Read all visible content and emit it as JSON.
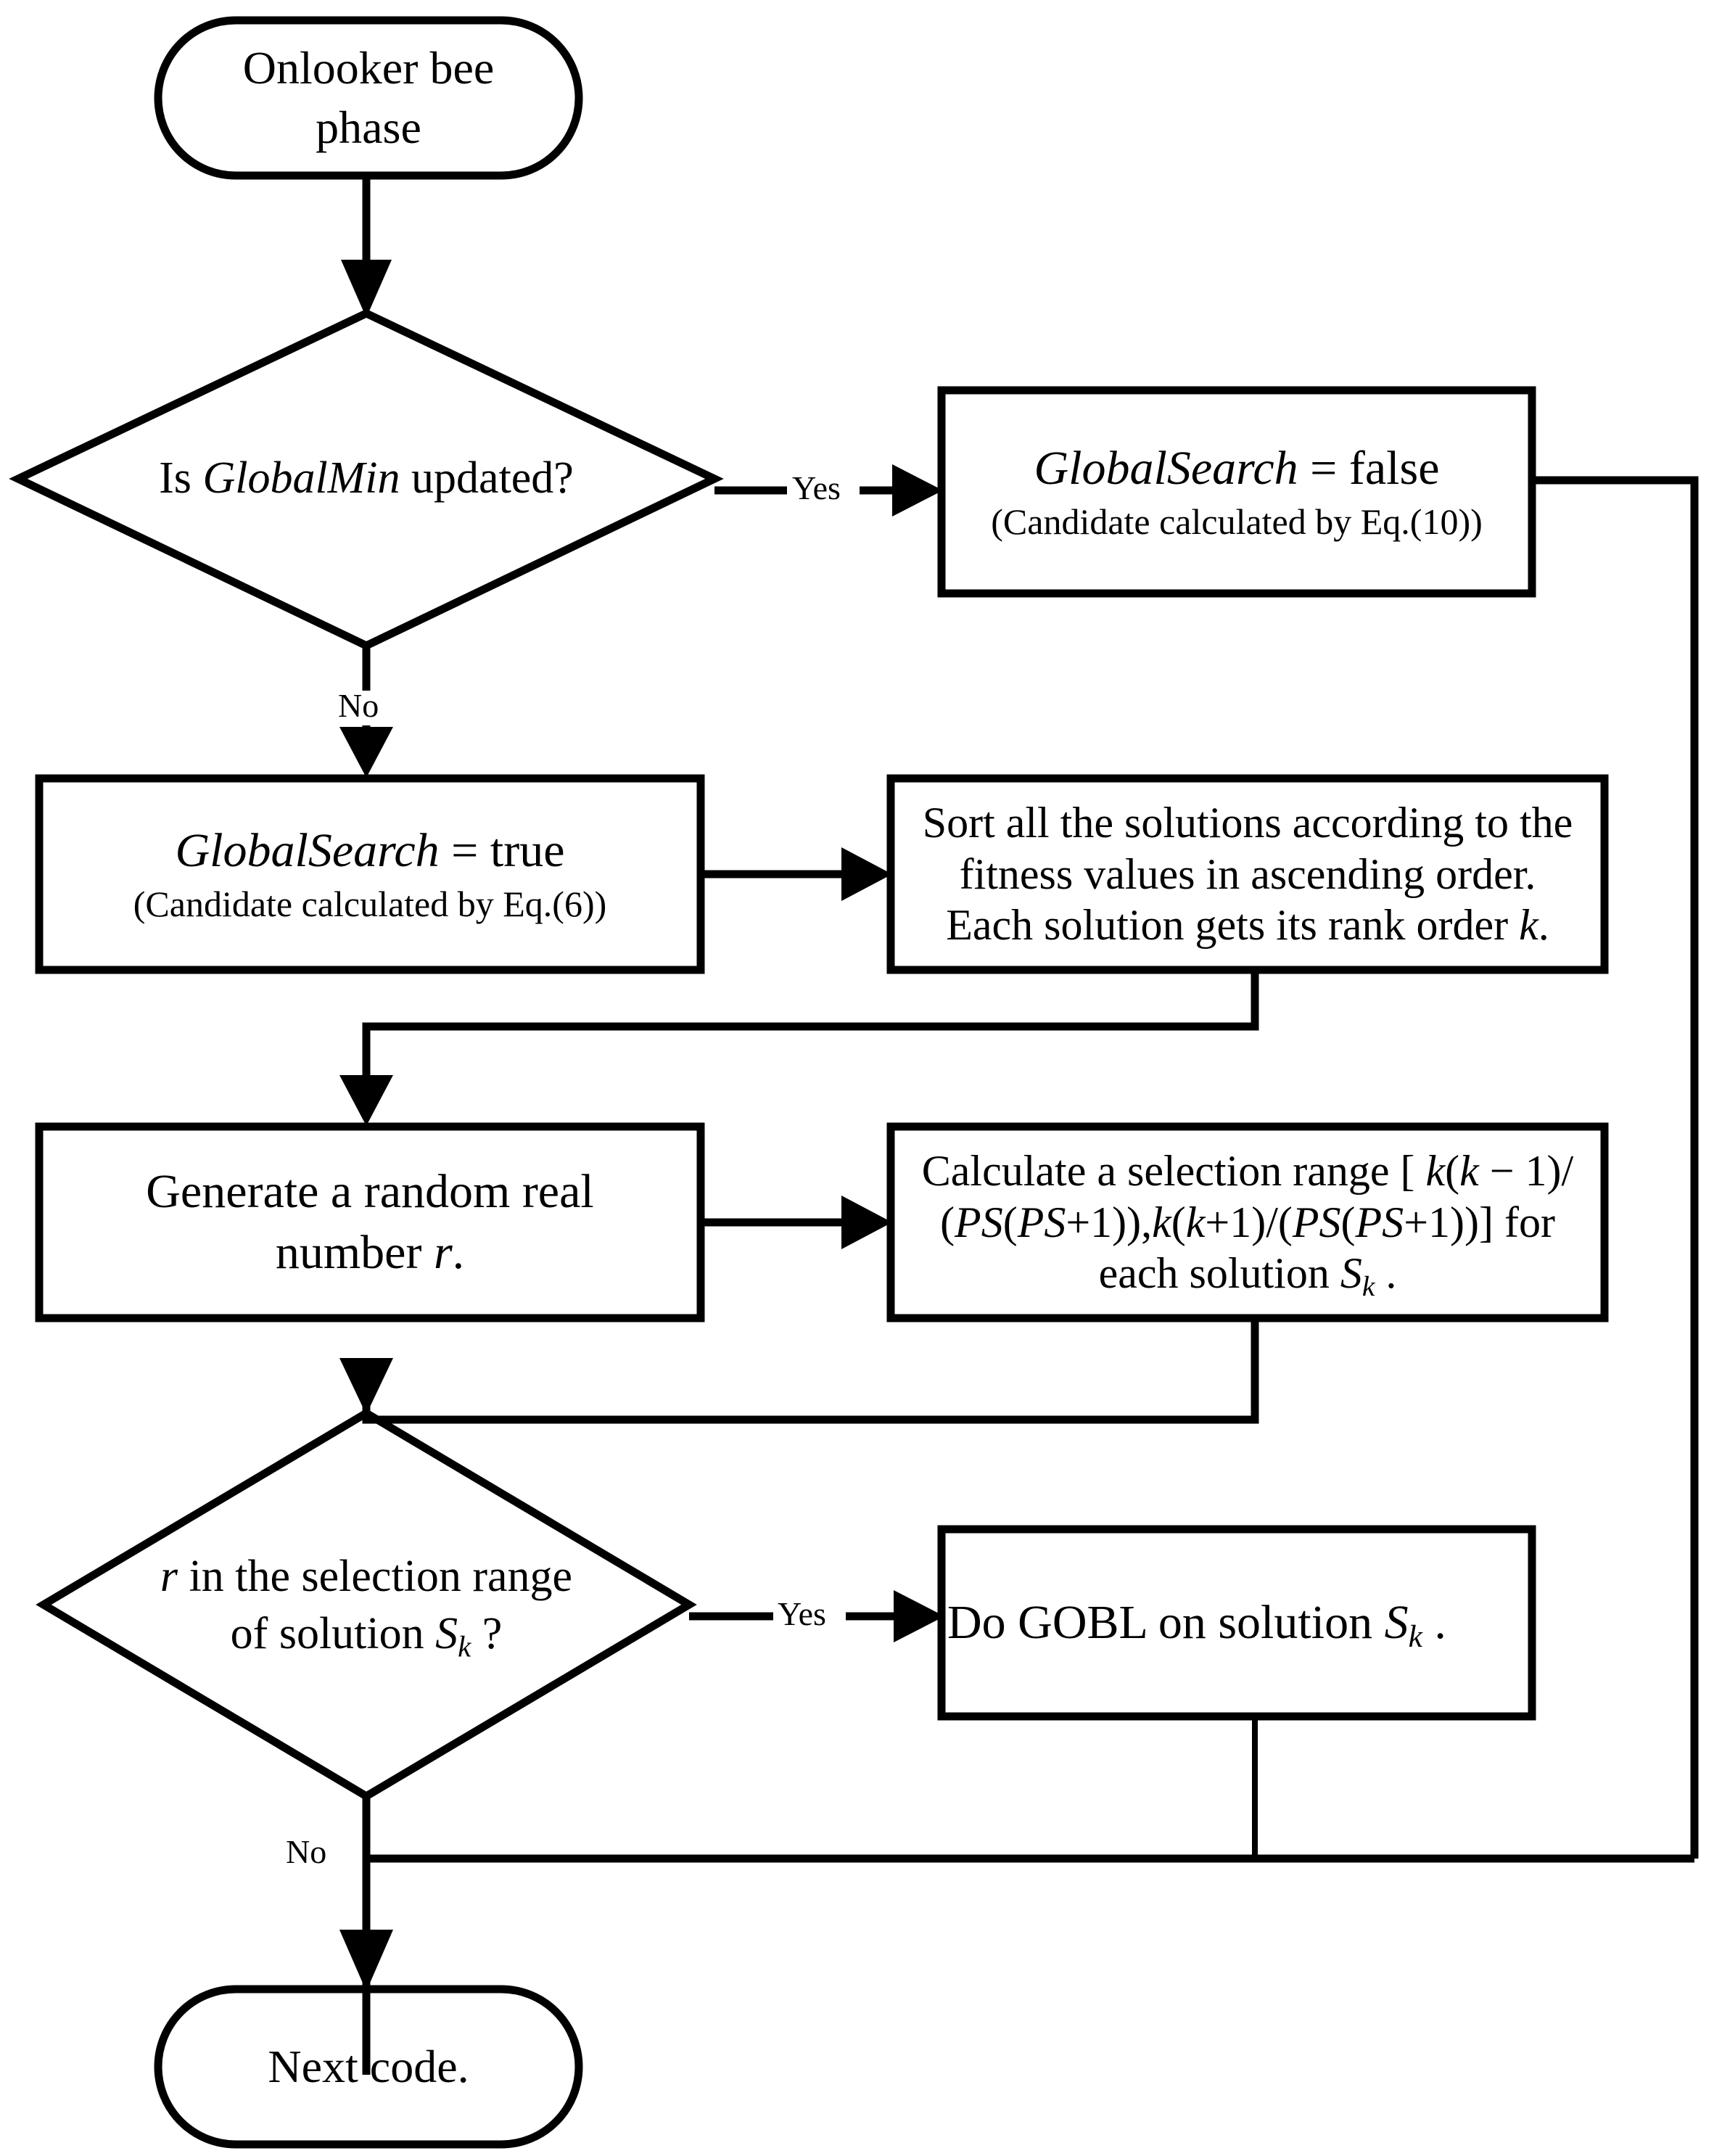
{
  "diagram": {
    "type": "flowchart",
    "title": "Onlooker bee phase flowchart",
    "background_color": "#ffffff",
    "stroke_color": "#000000"
  },
  "nodes": {
    "start": {
      "shape": "terminator",
      "line1": "Onlooker bee",
      "line2": "phase"
    },
    "decision_globalmin": {
      "shape": "decision",
      "prefix": "Is ",
      "variable": "GlobalMin",
      "suffix": " updated?"
    },
    "globalsearch_false": {
      "shape": "process",
      "variable": "GlobalSearch",
      "assign": " = false",
      "note": "(Candidate calculated by Eq.(10))"
    },
    "globalsearch_true": {
      "shape": "process",
      "variable": "GlobalSearch",
      "assign": " =  true",
      "note": "(Candidate calculated by Eq.(6))"
    },
    "sort_solutions": {
      "shape": "process",
      "line1": "Sort all the solutions according to the",
      "line2": "fitness values in ascending order.",
      "line3_prefix": "Each solution gets its rank order ",
      "line3_var": "k",
      "line3_suffix": "."
    },
    "generate_random": {
      "shape": "process",
      "line1": "Generate a random real",
      "line2_prefix": "number ",
      "line2_var": "r",
      "line2_suffix": "."
    },
    "calculate_range": {
      "shape": "process",
      "l1_a": "Calculate a selection range [ ",
      "l1_k1": "k",
      "l1_b": "(",
      "l1_k2": "k",
      "l1_c": " − 1)/",
      "l2_a": "(",
      "l2_ps1": "PS",
      "l2_b": "(",
      "l2_ps2": "PS",
      "l2_c": "+1)),",
      "l2_k1": "k",
      "l2_d": "(",
      "l2_k2": "k",
      "l2_e": "+1)/(",
      "l2_ps3": "PS",
      "l2_f": "(",
      "l2_ps4": "PS",
      "l2_g": "+1))] for",
      "l3_a": "each solution ",
      "l3_s": "S",
      "l3_sub": "k",
      "l3_b": " ."
    },
    "decision_range": {
      "shape": "decision",
      "l1_var": "r",
      "l1_rest": " in the selection range",
      "l2_a": "of solution ",
      "l2_s": "S",
      "l2_sub": "k",
      "l2_b": " ?"
    },
    "do_gobl": {
      "shape": "process",
      "prefix": "Do GOBL on solution ",
      "var": "S",
      "sub": "k",
      "suffix": " ."
    },
    "end": {
      "shape": "terminator",
      "label": "Next code."
    }
  },
  "edges": {
    "start_to_decision1": {
      "label": ""
    },
    "decision1_yes": {
      "label": "Yes"
    },
    "decision1_no": {
      "label": "No"
    },
    "true_to_sort": {
      "label": ""
    },
    "sort_to_generate": {
      "label": ""
    },
    "generate_to_calculate": {
      "label": ""
    },
    "calculate_to_decision2": {
      "label": ""
    },
    "decision2_yes": {
      "label": "Yes"
    },
    "decision2_no": {
      "label": "No"
    },
    "gobl_return": {
      "label": ""
    },
    "false_return": {
      "label": ""
    }
  }
}
